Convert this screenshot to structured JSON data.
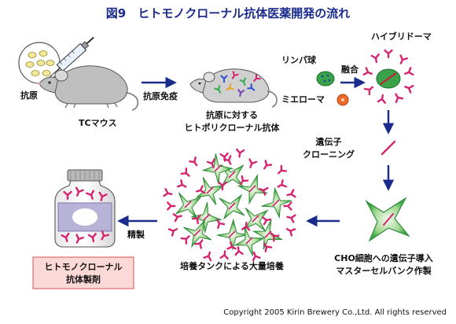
{
  "title": "図9　ヒトモノクローナル抗体医薬開発の流れ",
  "labels": {
    "antigen": "抗原",
    "tc_mouse": "TCマウス",
    "immunization": "抗原免疫",
    "polyclonal_line1": "抗原に対する",
    "polyclonal_line2": "ヒトポリクローナル抗体",
    "lymphocyte": "リンパ球",
    "myeloma": "ミエローマ",
    "fusion": "融合",
    "hybridoma": "ハイブリドーマ",
    "gene_cloning_line1": "遺伝子",
    "gene_cloning_line2": "クローニング",
    "cho_line1": "CHO細胞への遺伝子導入",
    "cho_line2": "マスターセルバンク作製",
    "culture": "培養タンクによる大量培養",
    "purification": "精製",
    "product_line1": "ヒトモノクローナル",
    "product_line2": "抗体製剤"
  },
  "copyright": "Copyright 2005 Kirin Brewery Co.,Ltd. All rights reserved",
  "colors": {
    "title": "#1a2b8c",
    "arrow": "#1a2b8c",
    "antibody": "#d4246f",
    "cell_green": "#3cae47",
    "cell_green_light": "#c9e7b9",
    "product_box_fill": "#fbd9d6",
    "product_box_stroke": "#e06b6b",
    "myeloma": "#ee6a2a",
    "bottle_cap": "#b8b8b8",
    "bottle_label": "#b7b3d6"
  }
}
